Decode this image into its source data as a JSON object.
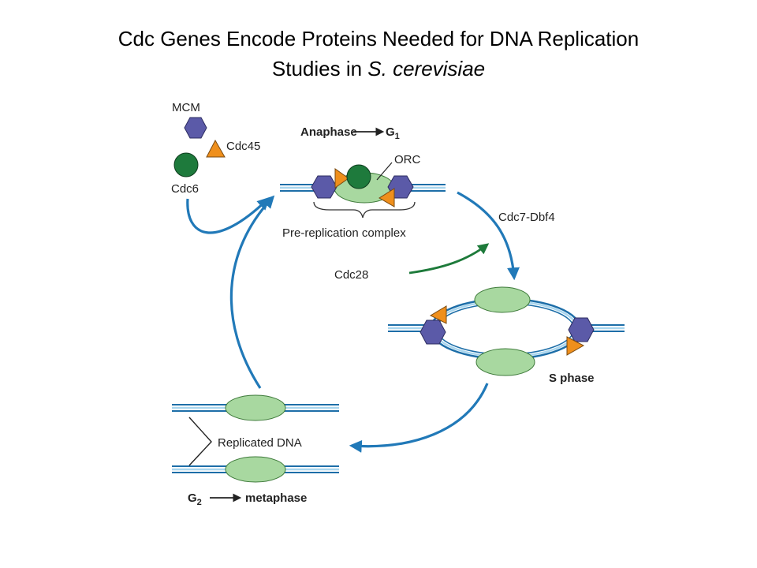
{
  "title": {
    "line1": "Cdc Genes Encode Proteins Needed for DNA Replication",
    "line2_prefix": "Studies in ",
    "line2_italic": "S. cerevisiae"
  },
  "labels": {
    "mcm": "MCM",
    "cdc45": "Cdc45",
    "cdc6": "Cdc6",
    "anaphase": "Anaphase",
    "g1": "G",
    "g1_sub": "1",
    "orc": "ORC",
    "prerep": "Pre-replication complex",
    "cdc7dbf4": "Cdc7-Dbf4",
    "cdc28": "Cdc28",
    "sphase": "S phase",
    "repdna": "Replicated DNA",
    "g2": "G",
    "g2_sub": "2",
    "metaphase": "metaphase"
  },
  "colors": {
    "mcm_hexagon": "#5b5aa8",
    "cdc45_triangle": "#ef8f1c",
    "cdc6_circle": "#1e7a3c",
    "orc_ellipse": "#a8d8a0",
    "dna_dark": "#1d6ea8",
    "dna_light": "#a9d6ee",
    "cycle_arrow": "#2179b8",
    "cdc28_arrow": "#1d7a3a"
  }
}
